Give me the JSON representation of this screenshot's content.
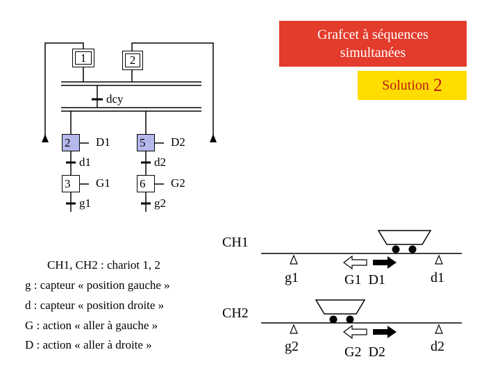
{
  "title": {
    "line1": "Grafcet à séquences",
    "line2": "simultanées"
  },
  "solution": {
    "label": "Solution",
    "number": "2"
  },
  "grafcet": {
    "steps": [
      {
        "id": "1",
        "initial": true
      },
      {
        "id": "2",
        "initial": true
      },
      {
        "id": "2",
        "action": "D1",
        "active": true
      },
      {
        "id": "3",
        "action": "G1"
      },
      {
        "id": "5",
        "action": "D2",
        "active": true
      },
      {
        "id": "6",
        "action": "G2"
      }
    ],
    "transitions": [
      "dcy",
      "d1",
      "g1",
      "d2",
      "g2"
    ]
  },
  "legend": [
    "CH1, CH2 : chariot 1, 2",
    "g : capteur « position gauche »",
    "d : capteur « position droite »",
    "G : action « aller à gauche »",
    "D : action « aller à droite »"
  ],
  "tracks": {
    "ch1": {
      "label": "CH1",
      "left_sensor": "g1",
      "actions": "G1  D1",
      "right_sensor": "d1"
    },
    "ch2": {
      "label": "CH2",
      "left_sensor": "g2",
      "actions": "G2  D2",
      "right_sensor": "d2"
    }
  },
  "colors": {
    "title_bg": "#e33b2c",
    "solution_bg": "#ffdd00",
    "solution_text": "#c01a14",
    "active_step": "#b5b8ec"
  }
}
